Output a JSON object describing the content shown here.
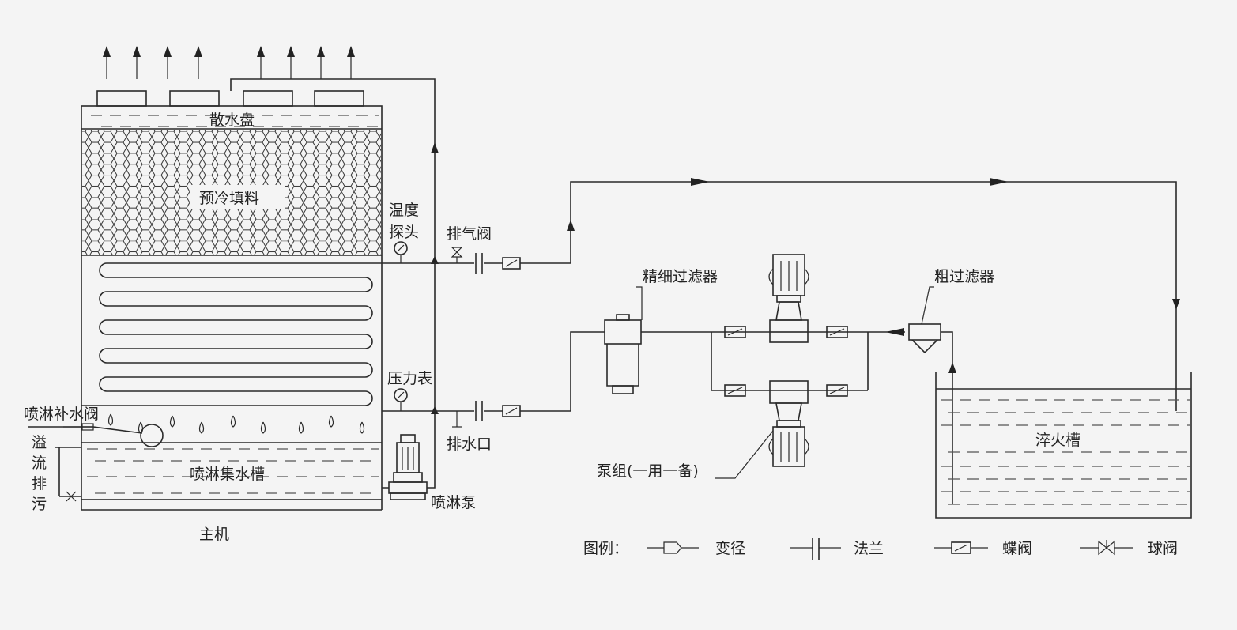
{
  "labels": {
    "sanshuipan": "散水盘",
    "yulengtianliao": "预冷填料",
    "wendu_line1": "温度",
    "wendu_line2": "探头",
    "paiqifa": "排气阀",
    "yalibiao": "压力表",
    "paishuikou": "排水口",
    "penlinbushuifa": "喷淋补水阀",
    "yiliu": [
      "溢",
      "流",
      "排",
      "污"
    ],
    "penlinjishuicao": "喷淋集水槽",
    "penlinbeng": "喷淋泵",
    "zhuji": "主机",
    "jingxiguolvqi": "精细过滤器",
    "cuguolvqi": "粗过滤器",
    "bengzu": "泵组(一用一备)",
    "cuihuocao": "淬火槽"
  },
  "legend": {
    "title": "图例：",
    "items": [
      {
        "symbol": "reducer",
        "label": "变径"
      },
      {
        "symbol": "flange",
        "label": "法兰"
      },
      {
        "symbol": "butterfly-valve",
        "label": "蝶阀"
      },
      {
        "symbol": "ball-valve",
        "label": "球阀"
      }
    ]
  }
}
